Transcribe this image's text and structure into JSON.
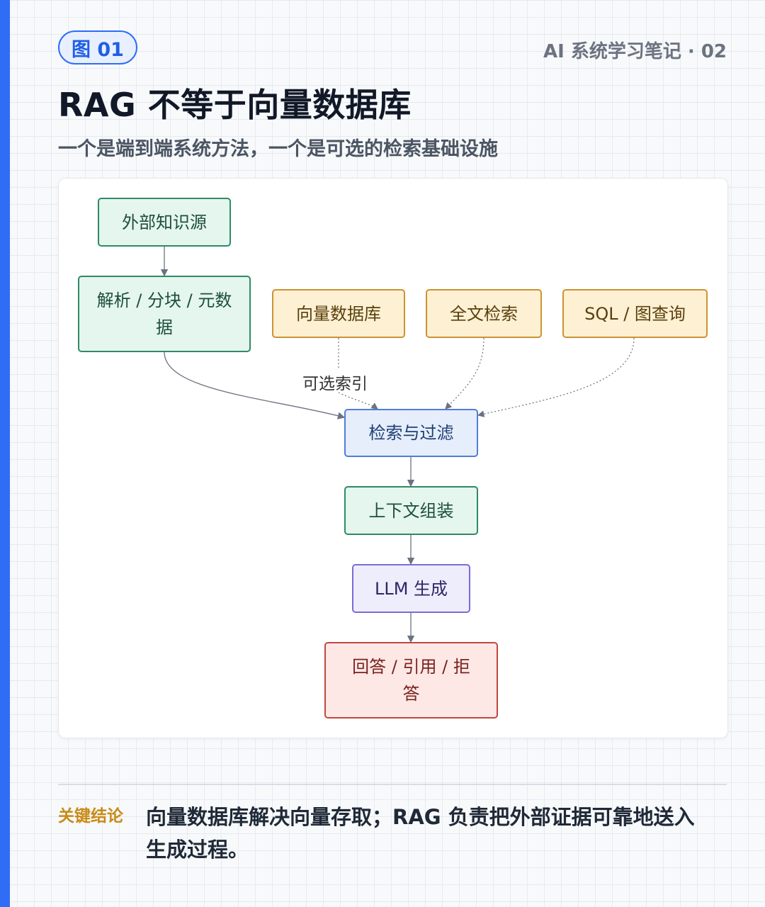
{
  "header": {
    "badge": "图 01",
    "series": "AI 系统学习笔记 · 02",
    "title": "RAG 不等于向量数据库",
    "subtitle": "一个是端到端系统方法，一个是可选的检索基础设施"
  },
  "diagram": {
    "nodes": {
      "knowledge_source": "外部知识源",
      "parse_chunk_meta": "解析 / 分块 / 元数据",
      "vector_db": "向量数据库",
      "fulltext_search": "全文检索",
      "sql_graph_query": "SQL / 图查询",
      "retrieve_filter": "检索与过滤",
      "context_assembly": "上下文组装",
      "llm_generate": "LLM 生成",
      "answer_cite_refuse": "回答 / 引用 / 拒答"
    },
    "edge_labels": {
      "optional_index": "可选索引"
    },
    "edges": [
      {
        "from": "knowledge_source",
        "to": "parse_chunk_meta",
        "style": "solid"
      },
      {
        "from": "parse_chunk_meta",
        "to": "retrieve_filter",
        "style": "solid"
      },
      {
        "from": "vector_db",
        "to": "retrieve_filter",
        "style": "dotted",
        "label": "可选索引"
      },
      {
        "from": "fulltext_search",
        "to": "retrieve_filter",
        "style": "dotted"
      },
      {
        "from": "sql_graph_query",
        "to": "retrieve_filter",
        "style": "dotted"
      },
      {
        "from": "retrieve_filter",
        "to": "context_assembly",
        "style": "solid"
      },
      {
        "from": "context_assembly",
        "to": "llm_generate",
        "style": "solid"
      },
      {
        "from": "llm_generate",
        "to": "answer_cite_refuse",
        "style": "solid"
      }
    ]
  },
  "conclusion": {
    "label": "关键结论",
    "text": "向量数据库解决向量存取；RAG 负责把外部证据可靠地送入生成过程。"
  },
  "colors": {
    "accent": "#2f6df6",
    "green_node": "#e5f6ee",
    "yellow_node": "#fdf0d3",
    "blue_node": "#e6eefc",
    "purple_node": "#eeedfb",
    "red_node": "#fde8e6",
    "conclusion_label": "#c98a15"
  }
}
